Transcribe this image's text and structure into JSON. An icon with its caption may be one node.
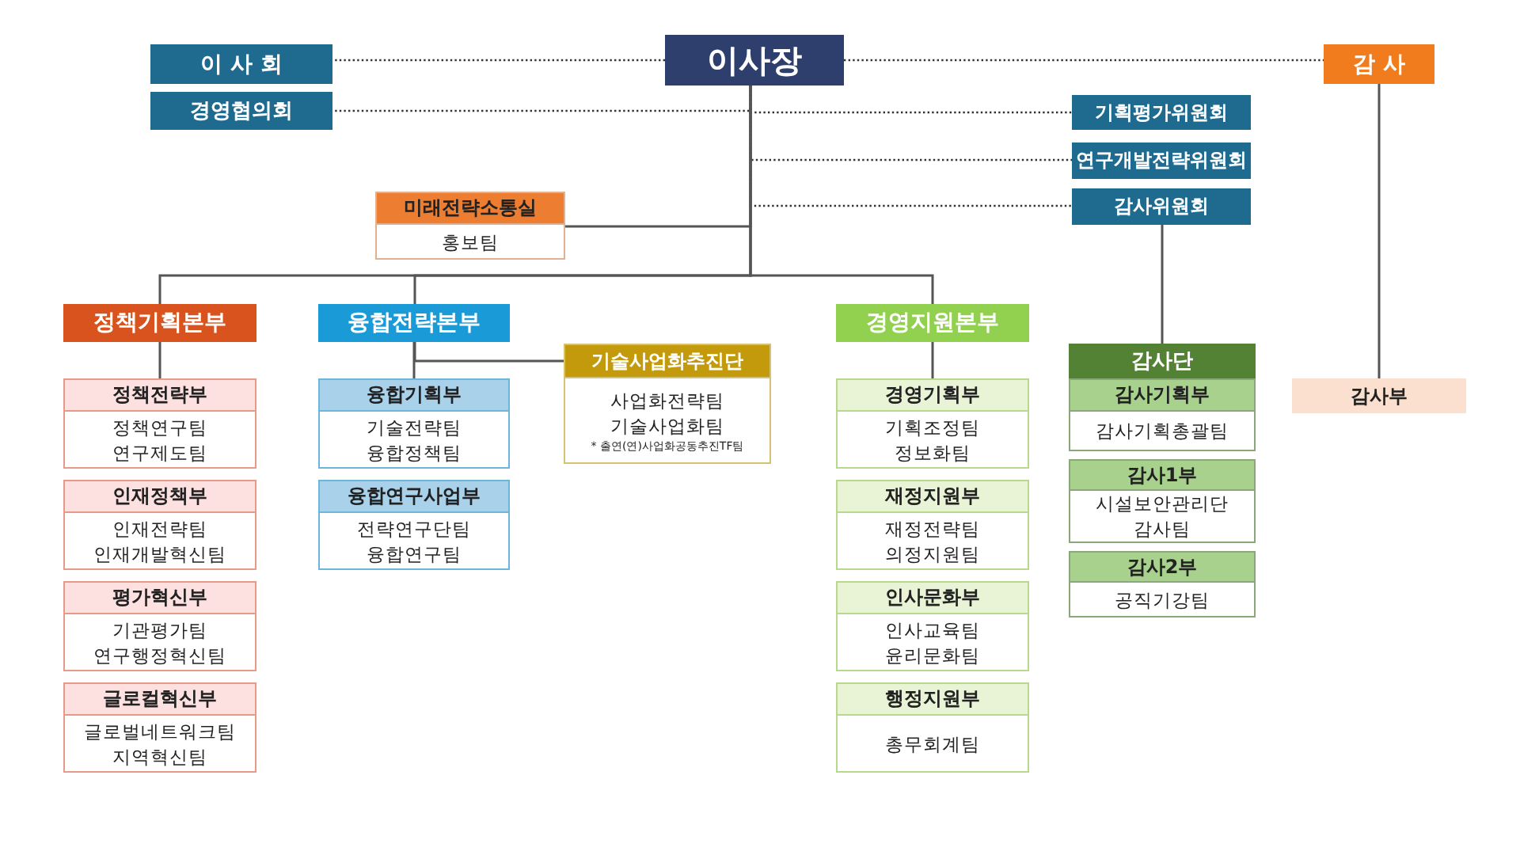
{
  "diagram": {
    "nodes": [
      {
        "text": [
          "이사장"
        ]
      },
      {
        "text": [
          "이 사 회"
        ]
      },
      {
        "text": [
          "경영협의회"
        ]
      },
      {
        "text": [
          "감 사"
        ]
      },
      {
        "text": [
          "기획평가위원회"
        ]
      },
      {
        "text": [
          "연구개발전략위원회"
        ]
      },
      {
        "text": [
          "감사위원회"
        ]
      },
      {
        "text": [
          "미래전략소통실",
          "홍보팀"
        ]
      },
      {
        "text": [
          "정책기획본부"
        ]
      },
      {
        "text": [
          "융합전략본부"
        ]
      },
      {
        "text": [
          "기술사업화추진단",
          "사업화전략팀",
          "기술사업화팀",
          "* 출연(연)사업화공동추진TF팀"
        ]
      },
      {
        "text": [
          "경영지원본부"
        ]
      },
      {
        "text": [
          "감사단"
        ]
      },
      {
        "text": [
          "감사부"
        ]
      },
      {
        "text": [
          "정책전략부",
          "정책연구팀",
          "연구제도팀"
        ]
      },
      {
        "text": [
          "인재정책부",
          "인재전략팀",
          "인재개발혁신팀"
        ]
      },
      {
        "text": [
          "평가혁신부",
          "기관평가팀",
          "연구행정혁신팀"
        ]
      },
      {
        "text": [
          "글로컬혁신부",
          "글로벌네트워크팀",
          "지역혁신팀"
        ]
      },
      {
        "text": [
          "융합기획부",
          "기술전략팀",
          "융합정책팀"
        ]
      },
      {
        "text": [
          "융합연구사업부",
          "전략연구단팀",
          "융합연구팀"
        ]
      },
      {
        "text": [
          "경영기획부",
          "기획조정팀",
          "정보화팀"
        ]
      },
      {
        "text": [
          "재정지원부",
          "재정전략팀",
          "의정지원팀"
        ]
      },
      {
        "text": [
          "인사문화부",
          "인사교육팀",
          "윤리문화팀"
        ]
      },
      {
        "text": [
          "행정지원부",
          "총무회계팀"
        ]
      },
      {
        "text": [
          "감사기획부",
          "감사기획총괄팀"
        ]
      },
      {
        "text": [
          "감사1부",
          "시설보안관리단",
          "감사팀"
        ]
      },
      {
        "text": [
          "감사2부",
          "공직기강팀"
        ]
      }
    ],
    "edges": [
      {
        "from": 0,
        "to": 1,
        "arrow": "none",
        "style": "dashed"
      },
      {
        "from": 0,
        "to": 3,
        "arrow": "none",
        "style": "dashed"
      },
      {
        "from": 0,
        "to": 2,
        "arrow": "none",
        "style": "dashed"
      },
      {
        "from": 0,
        "to": 4,
        "arrow": "none",
        "style": "dashed"
      },
      {
        "from": 0,
        "to": 5,
        "arrow": "none",
        "style": "dashed"
      },
      {
        "from": 0,
        "to": 6,
        "arrow": "none",
        "style": "dashed"
      },
      {
        "from": 0,
        "to": 7,
        "arrow": "none"
      },
      {
        "from": 0,
        "to": 8,
        "arrow": "none"
      },
      {
        "from": 0,
        "to": 9,
        "arrow": "none"
      },
      {
        "from": 0,
        "to": 11,
        "arrow": "none"
      },
      {
        "from": 9,
        "to": 10,
        "arrow": "none"
      },
      {
        "from": 9,
        "to": 18,
        "arrow": "none"
      },
      {
        "from": 8,
        "to": 14,
        "arrow": "none"
      },
      {
        "from": 11,
        "to": 20,
        "arrow": "none"
      },
      {
        "from": 6,
        "to": 12,
        "arrow": "none"
      },
      {
        "from": 3,
        "to": 13,
        "arrow": "none"
      }
    ]
  }
}
